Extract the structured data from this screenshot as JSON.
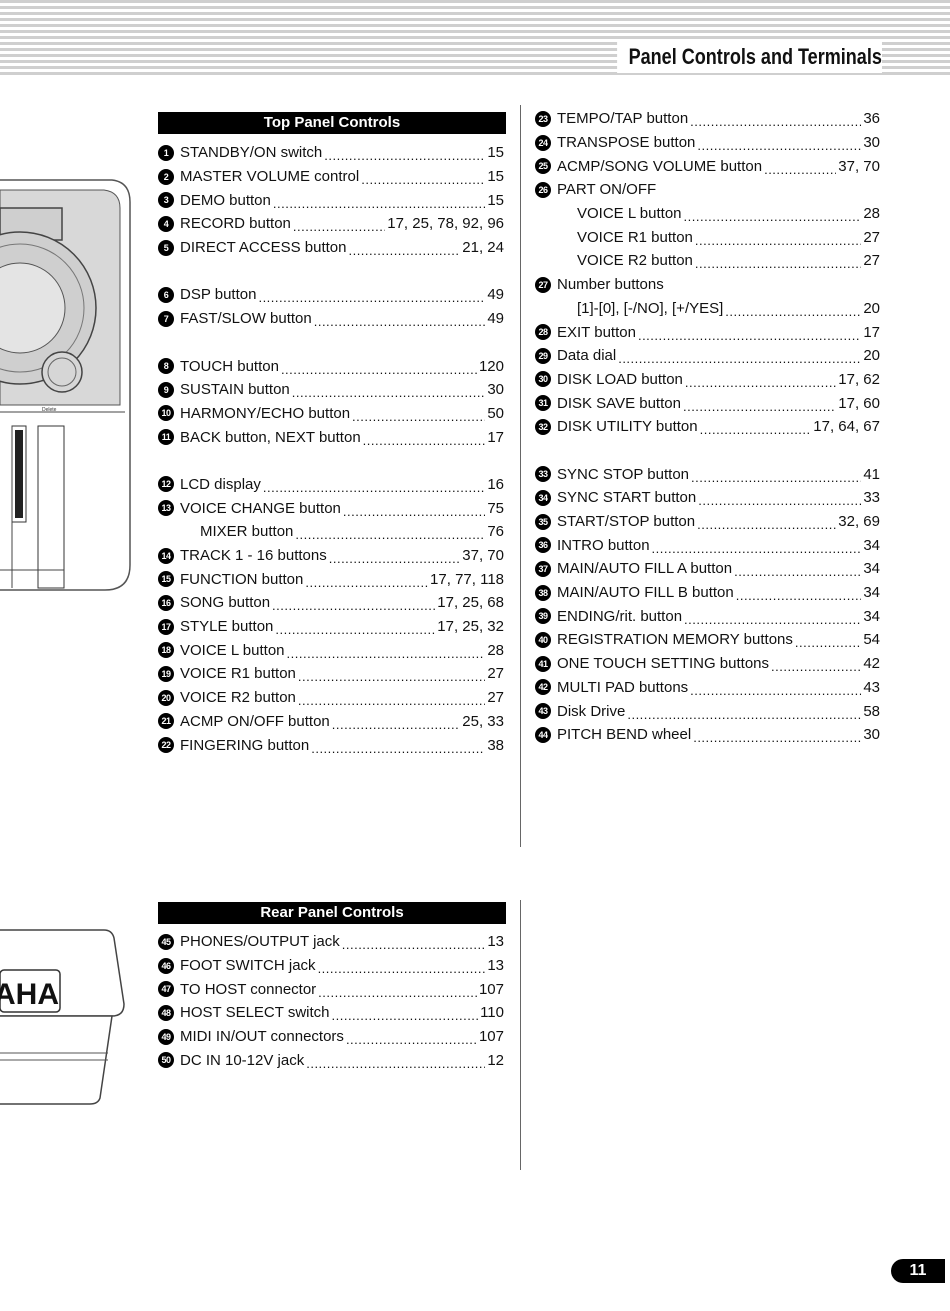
{
  "header": {
    "title": "Panel Controls and Terminals"
  },
  "page_number": "11",
  "illustration_text": {
    "rear_logo": "AHA",
    "panel_small_label": "Delete"
  },
  "top_panel": {
    "heading": "Top Panel Controls",
    "left_column": [
      {
        "num": "1",
        "label": "STANDBY/ON switch",
        "pages": "15"
      },
      {
        "num": "2",
        "label": "MASTER VOLUME control",
        "pages": "15"
      },
      {
        "num": "3",
        "label": "DEMO button",
        "pages": "15"
      },
      {
        "num": "4",
        "label": "RECORD button",
        "pages": "17, 25, 78, 92, 96"
      },
      {
        "num": "5",
        "label": "DIRECT ACCESS button",
        "pages": "21, 24"
      },
      {
        "num": "6",
        "label": "DSP button",
        "pages": "49"
      },
      {
        "num": "7",
        "label": "FAST/SLOW  button",
        "pages": "49"
      },
      {
        "num": "8",
        "label": "TOUCH button",
        "pages": "120"
      },
      {
        "num": "9",
        "label": "SUSTAIN button",
        "pages": "30"
      },
      {
        "num": "10",
        "label": "HARMONY/ECHO button",
        "pages": "50"
      },
      {
        "num": "11",
        "label": "BACK button, NEXT button",
        "pages": "17"
      },
      {
        "num": "12",
        "label": "LCD display",
        "pages": "16"
      },
      {
        "num": "13",
        "label": "VOICE CHANGE button",
        "pages": "75"
      },
      {
        "num": "",
        "label": "MIXER button",
        "pages": "76"
      },
      {
        "num": "14",
        "label": "TRACK 1 - 16 buttons",
        "pages": "37, 70"
      },
      {
        "num": "15",
        "label": "FUNCTION button",
        "pages": "17, 77, 118"
      },
      {
        "num": "16",
        "label": "SONG button",
        "pages": "17, 25, 68"
      },
      {
        "num": "17",
        "label": "STYLE button",
        "pages": "17, 25, 32"
      },
      {
        "num": "18",
        "label": "VOICE L button",
        "pages": "28"
      },
      {
        "num": "19",
        "label": "VOICE R1 button",
        "pages": "27"
      },
      {
        "num": "20",
        "label": "VOICE R2 button",
        "pages": "27"
      },
      {
        "num": "21",
        "label": "ACMP ON/OFF button",
        "pages": "25, 33"
      },
      {
        "num": "22",
        "label": "FINGERING button",
        "pages": "38"
      }
    ],
    "right_column": [
      {
        "num": "23",
        "label": "TEMPO/TAP button",
        "pages": "36"
      },
      {
        "num": "24",
        "label": "TRANSPOSE button",
        "pages": "30"
      },
      {
        "num": "25",
        "label": "ACMP/SONG VOLUME button",
        "pages": "37, 70"
      },
      {
        "num": "26",
        "label": "PART ON/OFF",
        "pages": ""
      },
      {
        "num": "",
        "label": "VOICE L button",
        "pages": "28"
      },
      {
        "num": "",
        "label": "VOICE R1 button",
        "pages": "27"
      },
      {
        "num": "",
        "label": "VOICE R2 button",
        "pages": "27"
      },
      {
        "num": "27",
        "label": "Number buttons",
        "pages": ""
      },
      {
        "num": "",
        "label": "[1]-[0], [-/NO], [+/YES]",
        "pages": "20"
      },
      {
        "num": "28",
        "label": "EXIT button",
        "pages": "17"
      },
      {
        "num": "29",
        "label": "Data dial",
        "pages": "20"
      },
      {
        "num": "30",
        "label": "DISK LOAD button",
        "pages": "17, 62"
      },
      {
        "num": "31",
        "label": "DISK SAVE button",
        "pages": "17, 60"
      },
      {
        "num": "32",
        "label": "DISK UTILITY button",
        "pages": "17, 64, 67"
      },
      {
        "num": "33",
        "label": "SYNC STOP button",
        "pages": "41"
      },
      {
        "num": "34",
        "label": "SYNC START button",
        "pages": "33"
      },
      {
        "num": "35",
        "label": "START/STOP button",
        "pages": "32, 69"
      },
      {
        "num": "36",
        "label": "INTRO button",
        "pages": "34"
      },
      {
        "num": "37",
        "label": "MAIN/AUTO FILL A button",
        "pages": "34"
      },
      {
        "num": "38",
        "label": "MAIN/AUTO FILL B button",
        "pages": "34"
      },
      {
        "num": "39",
        "label": "ENDING/rit. button",
        "pages": "34"
      },
      {
        "num": "40",
        "label": "REGISTRATION MEMORY buttons",
        "pages": "54"
      },
      {
        "num": "41",
        "label": "ONE TOUCH SETTING buttons",
        "pages": "42"
      },
      {
        "num": "42",
        "label": "MULTI PAD buttons",
        "pages": "43"
      },
      {
        "num": "43",
        "label": "Disk Drive",
        "pages": "58"
      },
      {
        "num": "44",
        "label": "PITCH BEND wheel",
        "pages": "30"
      }
    ]
  },
  "rear_panel": {
    "heading": "Rear Panel Controls",
    "items": [
      {
        "num": "45",
        "label": "PHONES/OUTPUT jack",
        "pages": "13"
      },
      {
        "num": "46",
        "label": "FOOT SWITCH jack",
        "pages": "13"
      },
      {
        "num": "47",
        "label": "TO HOST connector",
        "pages": "107"
      },
      {
        "num": "48",
        "label": "HOST SELECT switch",
        "pages": "110"
      },
      {
        "num": "49",
        "label": "MIDI IN/OUT connectors",
        "pages": "107"
      },
      {
        "num": "50",
        "label": "DC IN 10-12V jack",
        "pages": "12"
      }
    ]
  }
}
